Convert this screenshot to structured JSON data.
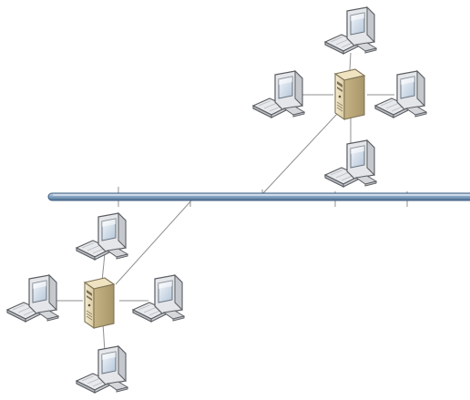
{
  "diagram": {
    "type": "network-topology",
    "topology": "star-bus",
    "backbone": {
      "kind": "bus",
      "color": "#5d7fa3",
      "highlight_color": "#c8d8ea"
    },
    "link_color": "#8f8f8f",
    "server_colors": {
      "light": "#efe5c8",
      "mid": "#d8c79a",
      "dark": "#b7a575",
      "outline": "#7f7457"
    },
    "monitor_colors": {
      "body": "#e7e8ea",
      "outline": "#5a5d61",
      "screen": "#d6e2ef",
      "screen_shadow": "#9fb1c5"
    },
    "keyboard_colors": {
      "body": "#e6e7ea",
      "outline": "#5a5d61"
    },
    "clusters": [
      {
        "id": "upper-right",
        "server": "server-icon",
        "workstations": [
          "workstation-icon",
          "workstation-icon",
          "workstation-icon",
          "workstation-icon"
        ]
      },
      {
        "id": "lower-left",
        "server": "server-icon",
        "workstations": [
          "workstation-icon",
          "workstation-icon",
          "workstation-icon",
          "workstation-icon"
        ]
      }
    ],
    "backbone_taps": 5
  }
}
